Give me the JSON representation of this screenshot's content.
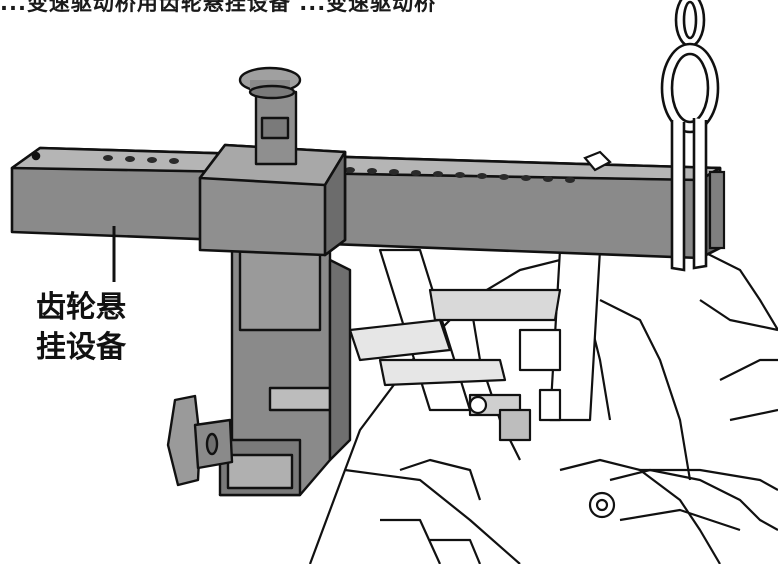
{
  "caption": {
    "top_text": "...变速驱动桥用齿轮悬挂设备    ...变速驱动桥"
  },
  "callout": {
    "line1": "齿轮悬",
    "line2": "挂设备"
  },
  "colors": {
    "outline": "#111111",
    "beam_fill": "#8a8a8a",
    "beam_shade": "#6f6f6f",
    "beam_light": "#a9a9a9",
    "background": "#ffffff"
  },
  "icons": {
    "lift_chain": "chain-icon",
    "clamp_knob": "t-handle-icon"
  }
}
